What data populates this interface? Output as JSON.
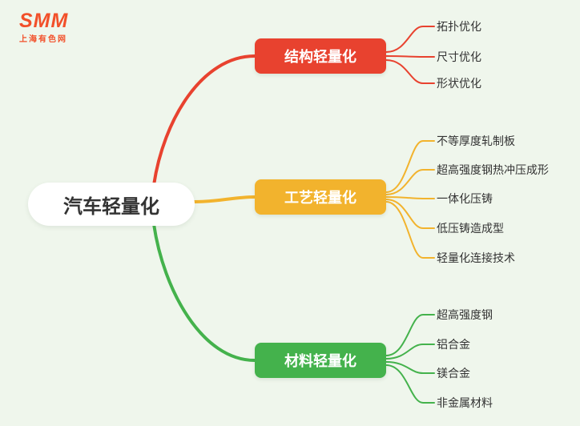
{
  "canvas": {
    "background": "#eff6ec"
  },
  "logo": {
    "brand": "SMM",
    "subtitle": "上海有色网",
    "color": "#f2502a"
  },
  "root": {
    "label": "汽车轻量化",
    "background": "#ffffff",
    "text_color": "#333333"
  },
  "branches": [
    {
      "id": "structure",
      "label": "结构轻量化",
      "color": "#e8422f",
      "children": [
        "拓扑优化",
        "尺寸优化",
        "形状优化"
      ]
    },
    {
      "id": "process",
      "label": "工艺轻量化",
      "color": "#f2b32d",
      "children": [
        "不等厚度轧制板",
        "超高强度钢热冲压成形",
        "一体化压铸",
        "低压铸造成型",
        "轻量化连接技术"
      ]
    },
    {
      "id": "material",
      "label": "材料轻量化",
      "color": "#44b24c",
      "children": [
        "超高强度钢",
        "铝合金",
        "镁合金",
        "非金属材料"
      ]
    }
  ]
}
